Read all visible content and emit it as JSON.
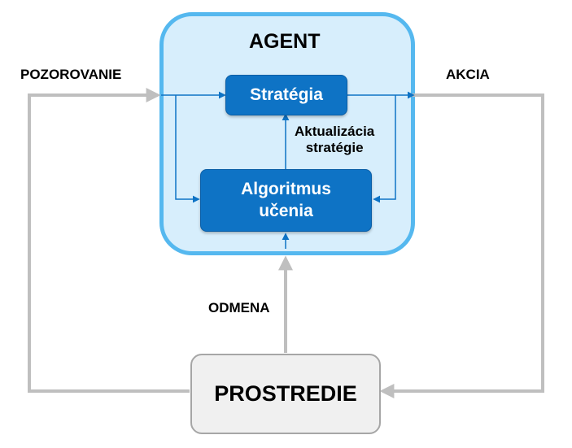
{
  "agent": {
    "title": "AGENT"
  },
  "nodes": {
    "strategy": "Stratégia",
    "learning": "Algoritmus\nučenia",
    "environment": "PROSTREDIE"
  },
  "labels": {
    "observation": "POZOROVANIE",
    "action": "AKCIA",
    "reward": "ODMENA",
    "policy_update": "Aktualizácia\nstratégie"
  },
  "colors": {
    "agent_fill": "#d7eefc",
    "agent_border": "#55b8ef",
    "node_fill": "#0e73c5",
    "inner_arrow": "#0e73c5",
    "outer_arrow": "#bfbfbf",
    "environment_fill": "#f0f0f0",
    "environment_border": "#a6a6a6"
  }
}
